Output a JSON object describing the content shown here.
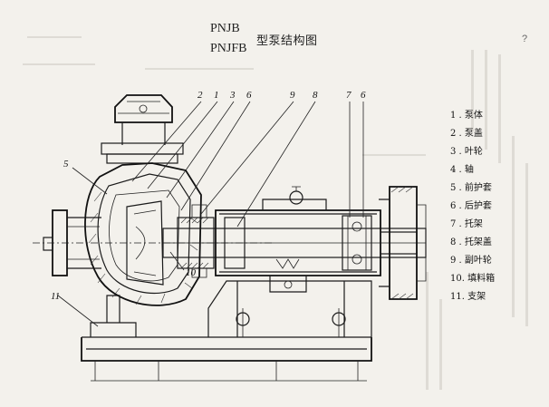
{
  "header": {
    "model_line_1": "PNJB",
    "model_line_2": "PNJFB",
    "title": "型泵结构图"
  },
  "callouts": {
    "c2": "2",
    "c1": "1",
    "c3": "3",
    "c6a": "6",
    "c9": "9",
    "c8": "8",
    "c7": "7",
    "c6b": "6",
    "c5": "5",
    "c10": "10",
    "c11": "11"
  },
  "parts_legend": [
    {
      "label": "1 . 泵体"
    },
    {
      "label": "2 . 泵盖"
    },
    {
      "label": "3 . 叶轮"
    },
    {
      "label": "4 . 轴"
    },
    {
      "label": "5 . 前护套"
    },
    {
      "label": "6 . 后护套"
    },
    {
      "label": "7 . 托架"
    },
    {
      "label": "8 . 托架盖"
    },
    {
      "label": "9 . 副叶轮"
    },
    {
      "label": "10. 填料箱"
    },
    {
      "label": "11. 支架"
    }
  ],
  "margin_mark": "?"
}
